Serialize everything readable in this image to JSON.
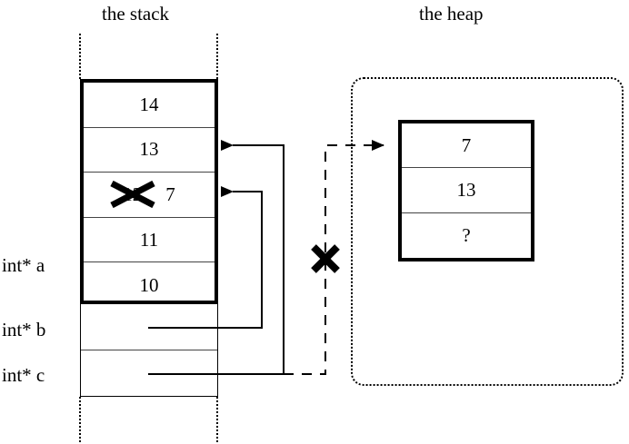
{
  "diagram": {
    "title_stack": "the stack",
    "title_heap": "the heap",
    "stack": {
      "frame_cells": [
        {
          "value": "14",
          "crossed": false
        },
        {
          "value": "13",
          "crossed": false
        },
        {
          "value": "12",
          "crossed": true,
          "replacement": "7"
        },
        {
          "value": "11",
          "crossed": false
        },
        {
          "value": "10",
          "crossed": false
        }
      ],
      "pointer_labels": [
        {
          "name": "int* a",
          "target": "stack-frame-cell-10"
        },
        {
          "name": "int* b",
          "target": "stack-cell-7"
        },
        {
          "name": "int* c",
          "target": "stack-cell-13"
        }
      ]
    },
    "heap": {
      "cells": [
        {
          "value": "7"
        },
        {
          "value": "13"
        },
        {
          "value": "?"
        }
      ]
    },
    "annotations": {
      "strike_over_value": "12",
      "invalidated_pointer_mark": "X",
      "unknown_value_mark": "?"
    },
    "colors": {
      "ink": "#000000",
      "background": "#ffffff",
      "cell_divider": "#444444"
    }
  }
}
